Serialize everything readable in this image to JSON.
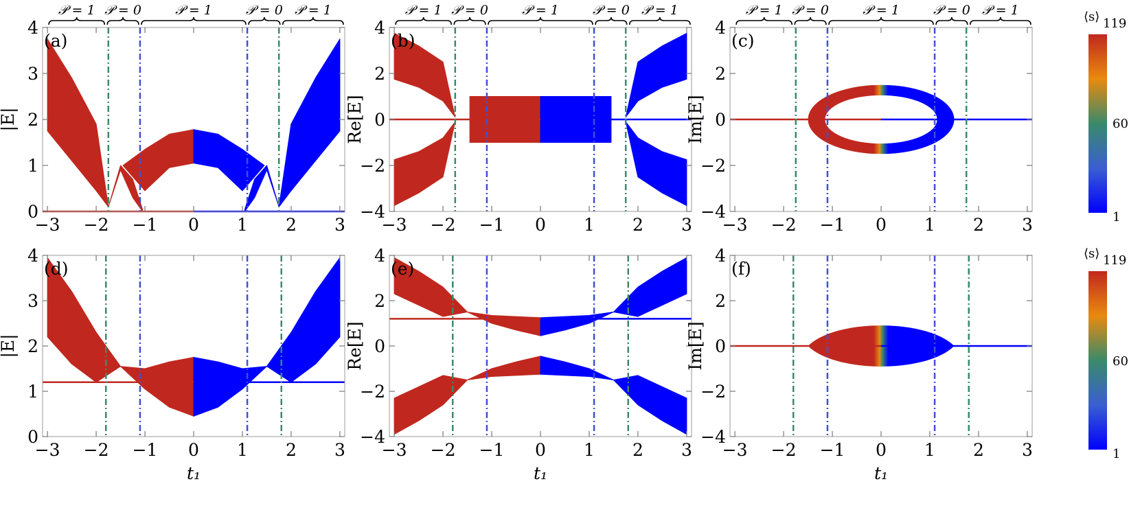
{
  "figure": {
    "description_free": true,
    "colorbar": {
      "title": "⟨s⟩",
      "max_label": "119",
      "mid_label": "60",
      "min_label": "1",
      "colors": [
        "#0000ff",
        "#3a5fd0",
        "#3a8a6a",
        "#e88a10",
        "#c0281f"
      ]
    },
    "phase_labels": [
      {
        "text": "𝒫 = 1",
        "x_from": -3.0,
        "x_to": -1.8
      },
      {
        "text": "𝒫 = 0",
        "x_from": -1.8,
        "x_to": -1.1
      },
      {
        "text": "𝒫 = 1",
        "x_from": -1.1,
        "x_to": 1.1
      },
      {
        "text": "𝒫 = 0",
        "x_from": 1.1,
        "x_to": 1.8
      },
      {
        "text": "𝒫 = 1",
        "x_from": 1.8,
        "x_to": 3.1
      }
    ]
  },
  "chart_data": [
    {
      "panel": "(a)",
      "type": "area",
      "xlabel": "",
      "ylabel": "|E|",
      "xlim": [
        -3.1,
        3.1
      ],
      "ylim": [
        0,
        4
      ],
      "xticks": [
        -3,
        -2,
        -1,
        0,
        1,
        2,
        3
      ],
      "yticks": [
        0,
        1,
        2,
        3,
        4
      ],
      "ytick_labels": [
        "0",
        "1",
        "2",
        "3",
        "4"
      ],
      "vlines": [
        {
          "x": -1.75,
          "color": "#3a8a6a"
        },
        {
          "x": -1.1,
          "color": "#3f4fd8"
        },
        {
          "x": 1.1,
          "color": "#3f4fd8"
        },
        {
          "x": 1.75,
          "color": "#3a8a6a"
        }
      ],
      "bands": [
        {
          "x": [
            -3.0,
            -2.5,
            -2.0,
            -1.75
          ],
          "upper": [
            3.75,
            2.9,
            1.9,
            0.1
          ],
          "lower": [
            1.75,
            1.1,
            0.45,
            0.1
          ],
          "color": "red"
        },
        {
          "x": [
            -1.75,
            -1.5,
            -1.25,
            -1.05
          ],
          "upper": [
            0.1,
            1.0,
            0.7,
            0.05
          ],
          "lower": [
            0.1,
            0.9,
            0.3,
            0.0
          ],
          "color": "red"
        },
        {
          "x": [
            -1.45,
            -1.0,
            -0.5,
            0.0
          ],
          "upper": [
            1.0,
            1.35,
            1.68,
            1.78
          ],
          "lower": [
            1.0,
            0.45,
            0.95,
            1.05
          ],
          "color": "red"
        },
        {
          "x": [
            0.0,
            0.5,
            1.0,
            1.45
          ],
          "upper": [
            1.78,
            1.68,
            1.35,
            1.0
          ],
          "lower": [
            1.05,
            0.95,
            0.45,
            1.0
          ],
          "color": "blue"
        },
        {
          "x": [
            1.05,
            1.25,
            1.5,
            1.75
          ],
          "upper": [
            0.05,
            0.7,
            1.0,
            0.1
          ],
          "lower": [
            0.0,
            0.3,
            0.9,
            0.1
          ],
          "color": "blue"
        },
        {
          "x": [
            1.75,
            2.0,
            2.5,
            3.0
          ],
          "upper": [
            0.1,
            1.9,
            2.9,
            3.75
          ],
          "lower": [
            0.1,
            0.45,
            1.1,
            1.75
          ],
          "color": "blue"
        }
      ],
      "hlines": [
        {
          "y": 0.0,
          "color_left": "red",
          "color_right": "blue"
        }
      ]
    },
    {
      "panel": "(b)",
      "type": "area",
      "xlabel": "",
      "ylabel": "Re[E]",
      "xlim": [
        -3.1,
        3.1
      ],
      "ylim": [
        -4,
        4
      ],
      "xticks": [
        -3,
        -2,
        -1,
        0,
        1,
        2,
        3
      ],
      "yticks": [
        -4,
        -2,
        0,
        2,
        4
      ],
      "ytick_labels": [
        "−4",
        "−2",
        "0",
        "2",
        "4"
      ],
      "vlines": [
        {
          "x": -1.75,
          "color": "#3a8a6a"
        },
        {
          "x": -1.1,
          "color": "#3f4fd8"
        },
        {
          "x": 1.1,
          "color": "#3f4fd8"
        },
        {
          "x": 1.75,
          "color": "#3a8a6a"
        }
      ],
      "bands": [
        {
          "x": [
            -3.0,
            -2.5,
            -2.0,
            -1.75
          ],
          "upper": [
            3.75,
            3.2,
            2.5,
            0.1
          ],
          "lower": [
            1.75,
            1.4,
            0.8,
            0.1
          ],
          "color": "red"
        },
        {
          "x": [
            -3.0,
            -2.5,
            -2.0,
            -1.75
          ],
          "upper": [
            -1.75,
            -1.4,
            -0.8,
            -0.1
          ],
          "lower": [
            -3.75,
            -3.2,
            -2.5,
            -0.1
          ],
          "color": "red"
        },
        {
          "x": [
            -1.45,
            -1.1,
            -0.5,
            0.0
          ],
          "upper": [
            1.0,
            1.0,
            1.0,
            1.0
          ],
          "lower": [
            -1.0,
            -1.0,
            -1.0,
            -1.0
          ],
          "color": "red"
        },
        {
          "x": [
            0.0,
            0.5,
            1.1,
            1.45
          ],
          "upper": [
            1.0,
            1.0,
            1.0,
            1.0
          ],
          "lower": [
            -1.0,
            -1.0,
            -1.0,
            -1.0
          ],
          "color": "blue"
        },
        {
          "x": [
            1.75,
            2.0,
            2.5,
            3.0
          ],
          "upper": [
            0.1,
            2.5,
            3.2,
            3.75
          ],
          "lower": [
            0.1,
            0.8,
            1.4,
            1.75
          ],
          "color": "blue"
        },
        {
          "x": [
            1.75,
            2.0,
            2.5,
            3.0
          ],
          "upper": [
            -0.1,
            -0.8,
            -1.4,
            -1.75
          ],
          "lower": [
            -0.1,
            -2.5,
            -3.2,
            -3.75
          ],
          "color": "blue"
        }
      ],
      "hlines": [
        {
          "y": 0.0,
          "color_left": "red",
          "color_right": "blue"
        }
      ]
    },
    {
      "panel": "(c)",
      "type": "area",
      "xlabel": "",
      "ylabel": "Im[E]",
      "xlim": [
        -3.1,
        3.1
      ],
      "ylim": [
        -4,
        4
      ],
      "xticks": [
        -3,
        -2,
        -1,
        0,
        1,
        2,
        3
      ],
      "yticks": [
        -4,
        -2,
        0,
        2,
        4
      ],
      "ytick_labels": [
        "−4",
        "−2",
        "0",
        "2",
        "4"
      ],
      "vlines": [
        {
          "x": -1.75,
          "color": "#3a8a6a"
        },
        {
          "x": -1.1,
          "color": "#3f4fd8"
        },
        {
          "x": 1.1,
          "color": "#3f4fd8"
        },
        {
          "x": 1.75,
          "color": "#3a8a6a"
        }
      ],
      "ellipse": {
        "cx": 0.0,
        "cy": 0.0,
        "rx_outer": 1.5,
        "ry_outer": 1.5,
        "rx_inner": 1.15,
        "ry_inner": 1.05
      },
      "hlines": [
        {
          "y": 0.0,
          "color_left": "red",
          "color_right": "blue"
        }
      ]
    },
    {
      "panel": "(d)",
      "type": "area",
      "xlabel": "t₁",
      "ylabel": "|E|",
      "xlim": [
        -3.1,
        3.1
      ],
      "ylim": [
        0,
        4
      ],
      "xticks": [
        -3,
        -2,
        -1,
        0,
        1,
        2,
        3
      ],
      "yticks": [
        0,
        1,
        2,
        3,
        4
      ],
      "ytick_labels": [
        "0",
        "1",
        "2",
        "3",
        "4"
      ],
      "vlines": [
        {
          "x": -1.8,
          "color": "#3a8a6a"
        },
        {
          "x": -1.1,
          "color": "#3f4fd8"
        },
        {
          "x": 1.1,
          "color": "#3f4fd8"
        },
        {
          "x": 1.8,
          "color": "#3a8a6a"
        }
      ],
      "bands": [
        {
          "x": [
            -3.0,
            -2.5,
            -2.0,
            -1.5
          ],
          "upper": [
            3.95,
            3.2,
            2.3,
            1.55
          ],
          "lower": [
            2.2,
            1.6,
            1.2,
            1.55
          ],
          "color": "red"
        },
        {
          "x": [
            -1.5,
            -1.0,
            -0.5,
            0.0
          ],
          "upper": [
            1.55,
            1.5,
            1.65,
            1.75
          ],
          "lower": [
            1.55,
            1.05,
            0.65,
            0.45
          ],
          "color": "red"
        },
        {
          "x": [
            0.0,
            0.5,
            1.0,
            1.5
          ],
          "upper": [
            1.75,
            1.65,
            1.5,
            1.55
          ],
          "lower": [
            0.45,
            0.65,
            1.05,
            1.55
          ],
          "color": "blue"
        },
        {
          "x": [
            1.5,
            2.0,
            2.5,
            3.0
          ],
          "upper": [
            1.55,
            2.3,
            3.2,
            3.95
          ],
          "lower": [
            1.55,
            1.2,
            1.6,
            2.2
          ],
          "color": "blue"
        }
      ],
      "hlines": [
        {
          "y": 1.2,
          "color_left": "red",
          "color_right": "blue"
        }
      ]
    },
    {
      "panel": "(e)",
      "type": "area",
      "xlabel": "t₁",
      "ylabel": "Re[E]",
      "xlim": [
        -3.1,
        3.1
      ],
      "ylim": [
        -4,
        4
      ],
      "xticks": [
        -3,
        -2,
        -1,
        0,
        1,
        2,
        3
      ],
      "yticks": [
        -4,
        -2,
        0,
        2,
        4
      ],
      "ytick_labels": [
        "−4",
        "−2",
        "0",
        "2",
        "4"
      ],
      "vlines": [
        {
          "x": -1.8,
          "color": "#3a8a6a"
        },
        {
          "x": -1.1,
          "color": "#3f4fd8"
        },
        {
          "x": 1.1,
          "color": "#3f4fd8"
        },
        {
          "x": 1.8,
          "color": "#3a8a6a"
        }
      ],
      "bands": [
        {
          "x": [
            -3.0,
            -2.5,
            -2.0,
            -1.5
          ],
          "upper": [
            3.9,
            3.3,
            2.6,
            1.5
          ],
          "lower": [
            2.3,
            1.8,
            1.3,
            1.5
          ],
          "color": "red"
        },
        {
          "x": [
            -1.5,
            -1.0,
            -0.5,
            0.0
          ],
          "upper": [
            1.5,
            1.35,
            1.3,
            1.25
          ],
          "lower": [
            1.5,
            1.0,
            0.7,
            0.45
          ],
          "color": "red"
        },
        {
          "x": [
            0.0,
            0.5,
            1.0,
            1.5
          ],
          "upper": [
            1.25,
            1.3,
            1.35,
            1.5
          ],
          "lower": [
            0.45,
            0.7,
            1.0,
            1.5
          ],
          "color": "blue"
        },
        {
          "x": [
            1.5,
            2.0,
            2.5,
            3.0
          ],
          "upper": [
            1.5,
            2.6,
            3.3,
            3.9
          ],
          "lower": [
            1.5,
            1.3,
            1.8,
            2.3
          ],
          "color": "blue"
        },
        {
          "x": [
            -3.0,
            -2.5,
            -2.0,
            -1.5
          ],
          "upper": [
            -2.3,
            -1.8,
            -1.3,
            -1.5
          ],
          "lower": [
            -3.9,
            -3.3,
            -2.6,
            -1.5
          ],
          "color": "red"
        },
        {
          "x": [
            -1.5,
            -1.0,
            -0.5,
            0.0
          ],
          "upper": [
            -1.5,
            -1.0,
            -0.7,
            -0.45
          ],
          "lower": [
            -1.5,
            -1.35,
            -1.3,
            -1.25
          ],
          "color": "red"
        },
        {
          "x": [
            0.0,
            0.5,
            1.0,
            1.5
          ],
          "upper": [
            -0.45,
            -0.7,
            -1.0,
            -1.5
          ],
          "lower": [
            -1.25,
            -1.3,
            -1.35,
            -1.5
          ],
          "color": "blue"
        },
        {
          "x": [
            1.5,
            2.0,
            2.5,
            3.0
          ],
          "upper": [
            -1.5,
            -1.3,
            -1.8,
            -2.3
          ],
          "lower": [
            -1.5,
            -2.6,
            -3.3,
            -3.9
          ],
          "color": "blue"
        }
      ],
      "hlines": [
        {
          "y": 1.2,
          "color_left": "red",
          "color_right": "blue"
        }
      ]
    },
    {
      "panel": "(f)",
      "type": "area",
      "xlabel": "t₁",
      "ylabel": "Im[E]",
      "xlim": [
        -3.1,
        3.1
      ],
      "ylim": [
        -4,
        4
      ],
      "xticks": [
        -3,
        -2,
        -1,
        0,
        1,
        2,
        3
      ],
      "yticks": [
        -4,
        -2,
        0,
        2,
        4
      ],
      "ytick_labels": [
        "−4",
        "−2",
        "0",
        "2",
        "4"
      ],
      "vlines": [
        {
          "x": -1.8,
          "color": "#3a8a6a"
        },
        {
          "x": -1.1,
          "color": "#3f4fd8"
        },
        {
          "x": 1.1,
          "color": "#3f4fd8"
        },
        {
          "x": 1.8,
          "color": "#3a8a6a"
        }
      ],
      "lens": {
        "x_from": -1.5,
        "x_to": 1.5,
        "height": 1.15
      },
      "hlines": [
        {
          "y": 0.0,
          "color_left": "red",
          "color_right": "blue"
        }
      ]
    }
  ]
}
